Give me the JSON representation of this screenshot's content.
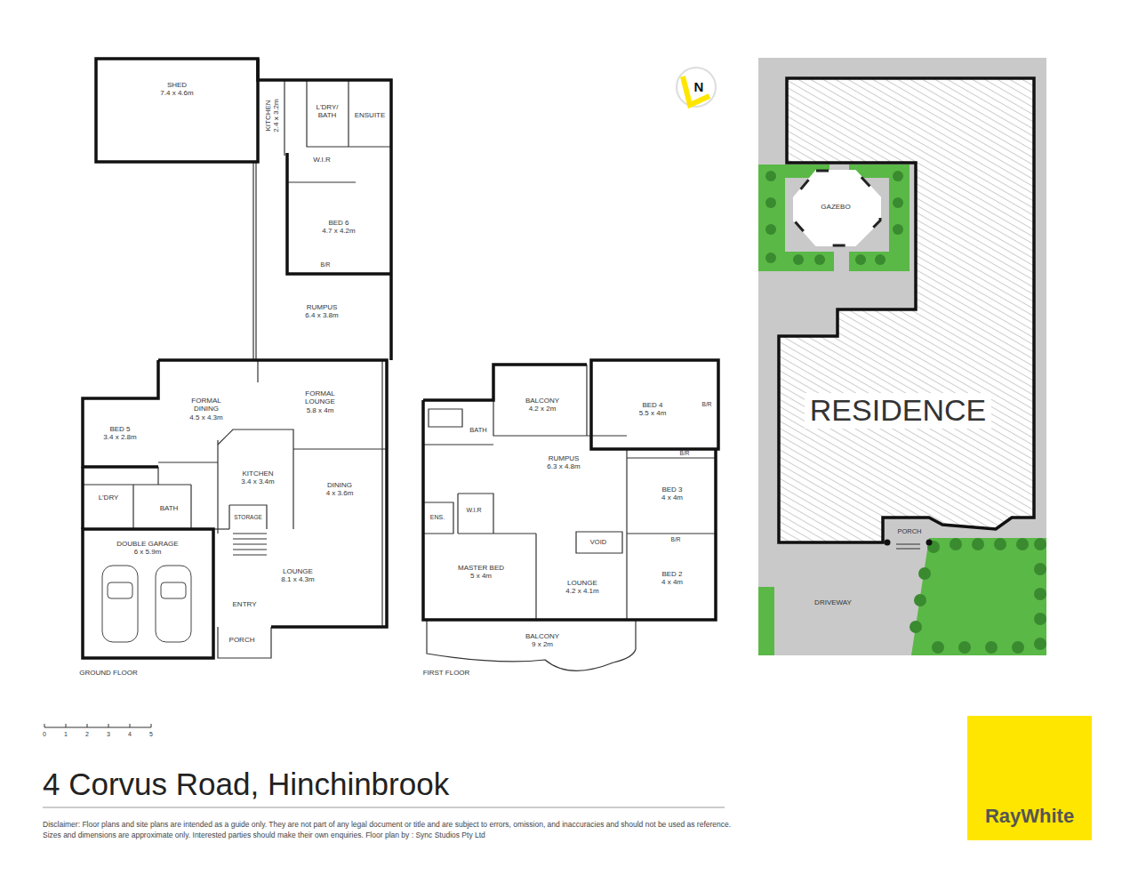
{
  "diagram": {
    "title": "4 Corvus Road, Hinchinbrook",
    "caption": "Disclaimer: Floor plans and site plans are intended as a guide only. They are not part of any legal document or title and are subject to errors, omission, and inaccuracies and should not be used as reference. Sizes and dimensions are approximate only. Interested parties should make their own enquiries. Floor plan by : Sync Studios Pty Ltd",
    "nodes": [
      {
        "text": [
          "SHED",
          "7.4 x 4.6m"
        ]
      },
      {
        "text": [
          "KITCHEN",
          "2.4 x 3.2m"
        ]
      },
      {
        "text": [
          "L'DRY/ BATH"
        ]
      },
      {
        "text": [
          "ENSUITE"
        ]
      },
      {
        "text": [
          "W.I.R"
        ]
      },
      {
        "text": [
          "BED 6",
          "4.7 x 4.2m"
        ]
      },
      {
        "text": [
          "RUMPUS",
          "6.4 x 3.8m"
        ]
      },
      {
        "text": [
          "FORMAL DINING",
          "4.5 x 4.3m"
        ]
      },
      {
        "text": [
          "FORMAL LOUNGE",
          "5.8 x 4m"
        ]
      },
      {
        "text": [
          "BED 5",
          "3.4 x 2.8m"
        ]
      },
      {
        "text": [
          "KITCHEN",
          "3.4 x 3.4m"
        ]
      },
      {
        "text": [
          "DINING",
          "4 x 3.6m"
        ]
      },
      {
        "text": [
          "L'DRY"
        ]
      },
      {
        "text": [
          "BATH"
        ]
      },
      {
        "text": [
          "STORAGE"
        ]
      },
      {
        "text": [
          "DOUBLE GARAGE",
          "6 x 5.9m"
        ]
      },
      {
        "text": [
          "LOUNGE",
          "8.1 x 4.3m"
        ]
      },
      {
        "text": [
          "ENTRY"
        ]
      },
      {
        "text": [
          "PORCH"
        ]
      },
      {
        "text": [
          "BALCONY",
          "4.2 x 2m"
        ]
      },
      {
        "text": [
          "BED 4",
          "5.5 x 4m"
        ]
      },
      {
        "text": [
          "BATH"
        ]
      },
      {
        "text": [
          "RUMPUS",
          "6.3 x 4.8m"
        ]
      },
      {
        "text": [
          "BED 3",
          "4 x 4m"
        ]
      },
      {
        "text": [
          "ENS."
        ]
      },
      {
        "text": [
          "W.I.R"
        ]
      },
      {
        "text": [
          "VOID"
        ]
      },
      {
        "text": [
          "MASTER BED",
          "5 x 4m"
        ]
      },
      {
        "text": [
          "LOUNGE",
          "4.2 x 4.1m"
        ]
      },
      {
        "text": [
          "BED 2",
          "4 x 4m"
        ]
      },
      {
        "text": [
          "BALCONY",
          "9 x 2m"
        ]
      },
      {
        "text": [
          "RESIDENCE"
        ]
      },
      {
        "text": [
          "GAZEBO"
        ]
      },
      {
        "text": [
          "PORCH"
        ]
      },
      {
        "text": [
          "DRIVEWAY"
        ]
      }
    ],
    "labels": [
      "GROUND FLOOR",
      "FIRST FLOOR",
      "B/R",
      "B/R",
      "B/R",
      "B/R",
      "0",
      "1",
      "2",
      "3",
      "4",
      "5",
      "N",
      "RayWhite"
    ]
  }
}
